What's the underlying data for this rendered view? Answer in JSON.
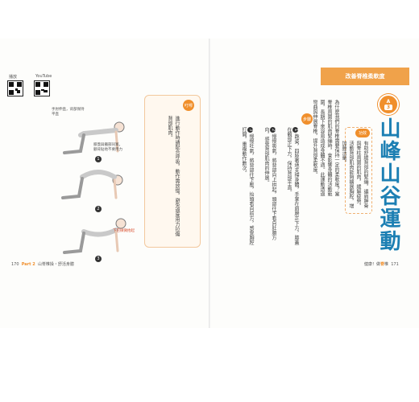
{
  "qr": {
    "left_label": "播放",
    "right_label": "YouTube"
  },
  "section": {
    "header": "改善脊椎柔軟度"
  },
  "badge": {
    "letter": "A",
    "number": "3"
  },
  "title": "山峰山谷運動",
  "effect": {
    "tag": "功效",
    "text": "有助舒緩背部的緊繃，讓肩胛骨與脊柱周圍的肌肉，緩解疲勞，活動背部肌肉能夠擴展胸腔，增加肺活量。"
  },
  "intro": "為什麼我們的脊椎需要保持一定的柔軟度？當脊椎周圍的肌肉緊繃時，會影響身體的活動範圍，長期下來容易造成身體不適。此運動透過彎曲與伸展脊椎，提升背部柔軟度。",
  "steps": {
    "tag": "步驟",
    "items": [
      {
        "num": "1",
        "text": "跪姿，四肢著地支撐身體，手掌在肩膀正下方，膝蓋在髖部正下方，保持背部平直。"
      },
      {
        "num": "2",
        "text": "慢慢吸氣，將背部向上拱起，頭部往下看向肚臍方向，感覺背部肌肉的伸展。"
      },
      {
        "num": "3",
        "text": "慢慢吐氣，將背部往下壓，抬頭看向前方，感覺胸腔打開，重複動作數次。"
      }
    ]
  },
  "tip": {
    "tag": "叮嚀",
    "text": "進行動作時請配合呼吸，動作需放慢，避免過度用力拉傷背部肌肉。"
  },
  "figures": {
    "callout_1": "手肘伸直，背部保持平直",
    "callout_1b": "膝蓋與髖部同寬，腳背貼地不要用力",
    "callout_3": "下巴微微抬起",
    "steps": [
      "1",
      "2",
      "3"
    ]
  },
  "folio": {
    "left_page": "170",
    "left_part": "Part 2",
    "left_text": "山脊椎操・舒活身體",
    "right_text": "健康！做",
    "right_strong": "脊",
    "right_end": "椎",
    "right_page": "171"
  }
}
